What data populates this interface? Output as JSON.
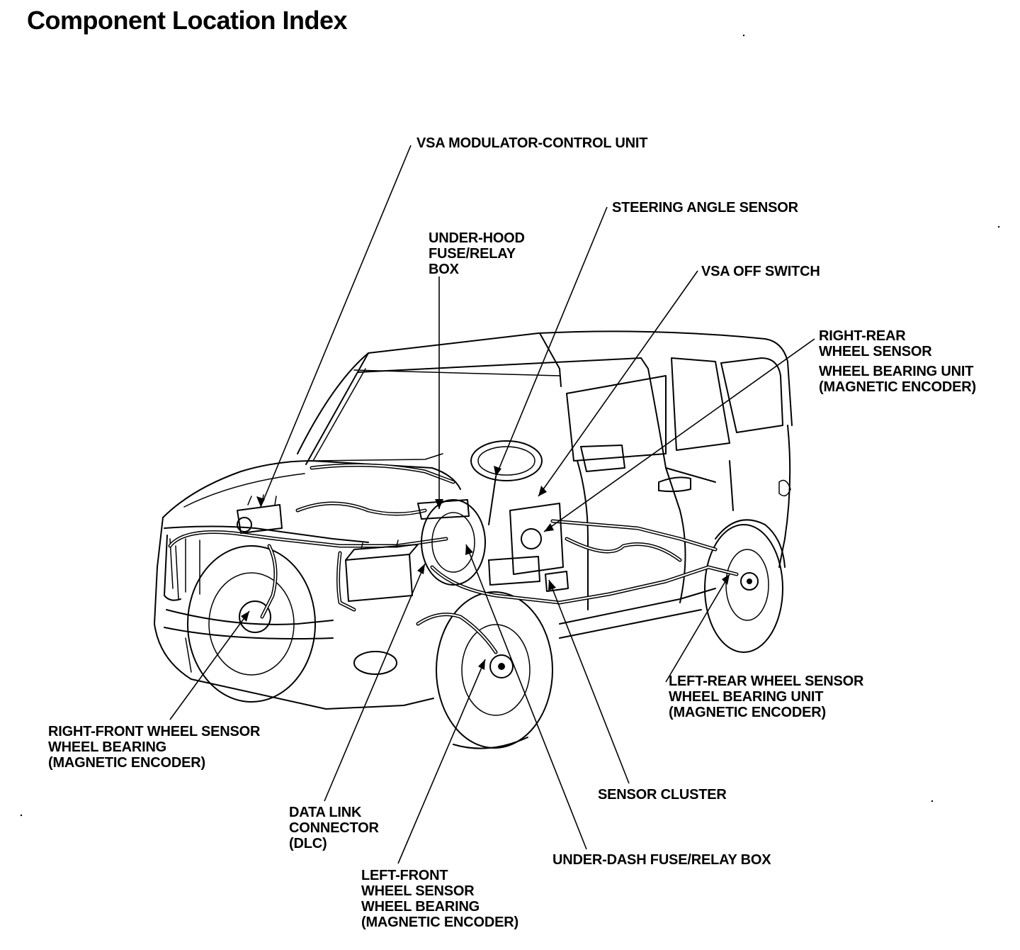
{
  "title": "Component Location Index",
  "labels": {
    "vsa_modulator": [
      "VSA MODULATOR-CONTROL UNIT"
    ],
    "steering_angle": [
      "STEERING ANGLE SENSOR"
    ],
    "under_hood_box": [
      "UNDER-HOOD",
      "FUSE/RELAY",
      "BOX"
    ],
    "vsa_off_switch": [
      "VSA OFF SWITCH"
    ],
    "right_rear_sensor": [
      "RIGHT-REAR",
      "WHEEL SENSOR"
    ],
    "right_rear_bearing": [
      "WHEEL BEARING UNIT",
      "(MAGNETIC ENCODER)"
    ],
    "left_rear": [
      "LEFT-REAR WHEEL SENSOR",
      "WHEEL BEARING UNIT",
      "(MAGNETIC ENCODER)"
    ],
    "right_front": [
      "RIGHT-FRONT WHEEL SENSOR",
      "WHEEL BEARING",
      "(MAGNETIC ENCODER)"
    ],
    "sensor_cluster": [
      "SENSOR CLUSTER"
    ],
    "dlc": [
      "DATA LINK",
      "CONNECTOR",
      "(DLC)"
    ],
    "under_dash_box": [
      "UNDER-DASH FUSE/RELAY BOX"
    ],
    "left_front": [
      "LEFT-FRONT",
      "WHEEL SENSOR",
      "WHEEL BEARING",
      "(MAGNETIC ENCODER)"
    ]
  }
}
